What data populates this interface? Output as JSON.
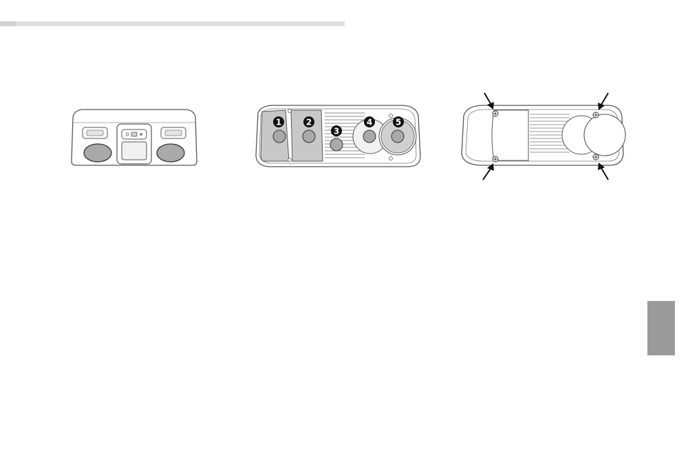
{
  "figures": [
    {
      "id": "overhead-console-front"
    },
    {
      "id": "overhead-console-controls",
      "callouts": [
        "1",
        "2",
        "3",
        "4",
        "5"
      ]
    },
    {
      "id": "overhead-console-screws",
      "arrow_count": 4
    }
  ],
  "colors": {
    "outline": "#555555",
    "panel_fill": "#c8c8c8",
    "lens_fill": "#a9a9a9",
    "badge_fill": "#111111",
    "header_rule": "#dedede",
    "side_tab": "#9a9a9a"
  }
}
